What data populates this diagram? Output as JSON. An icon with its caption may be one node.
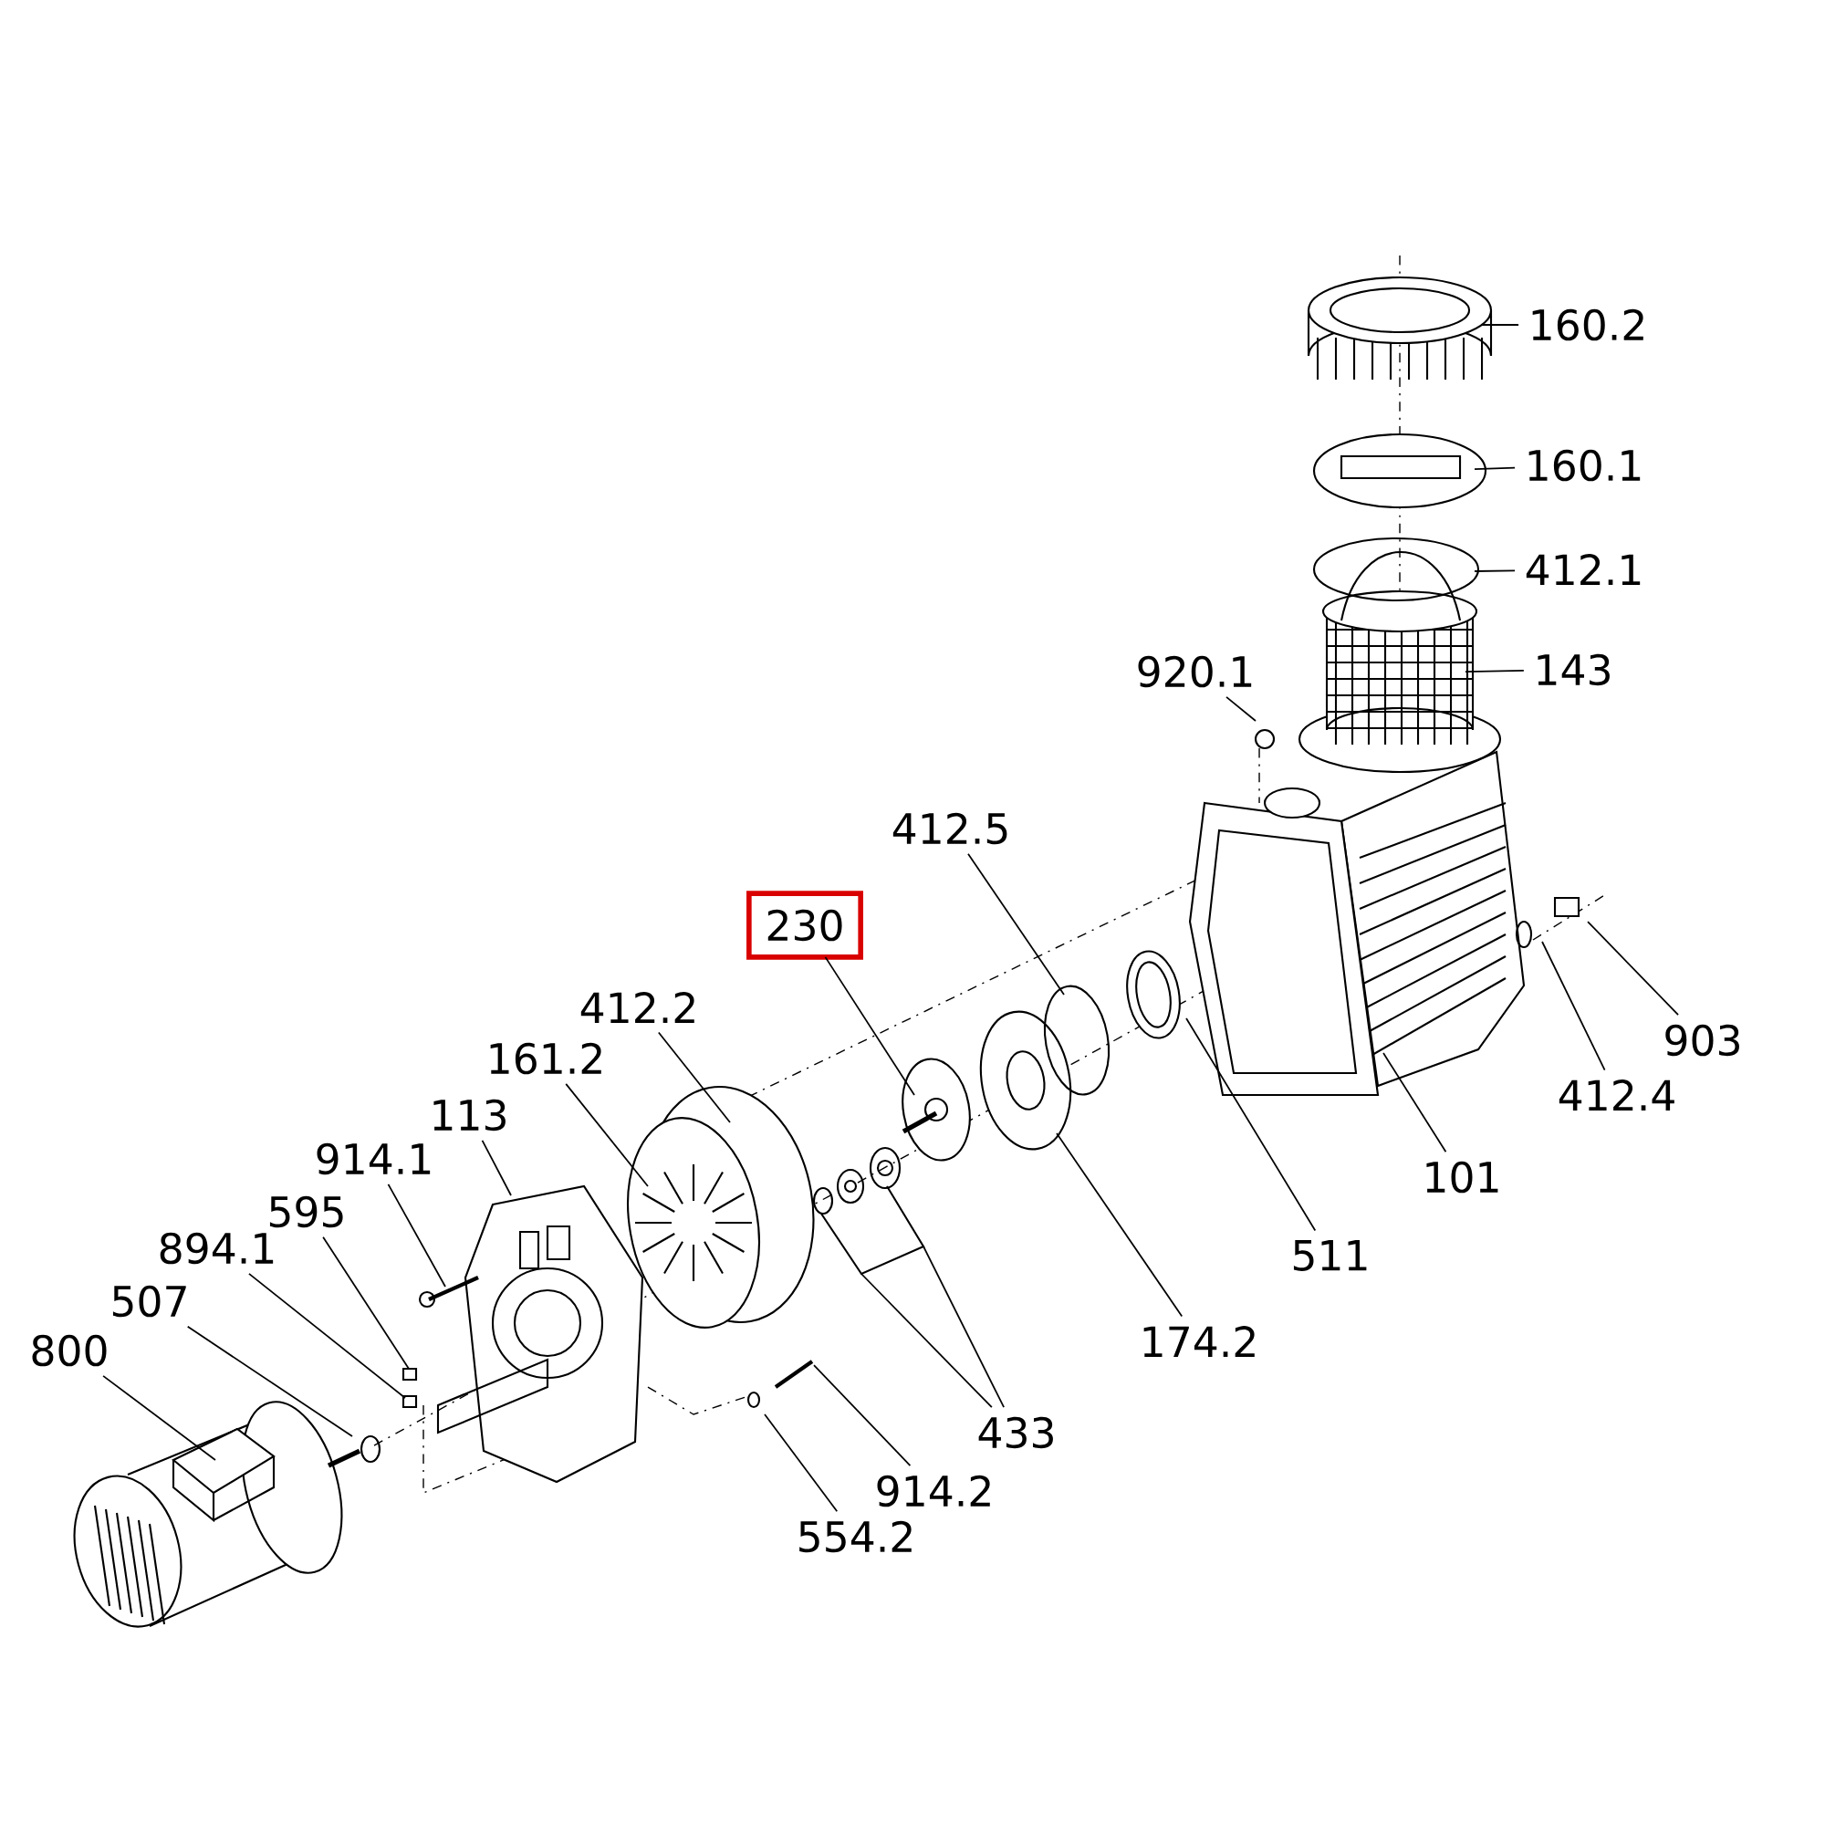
{
  "diagram": {
    "nodes": [
      {
        "text": [
          "160.2"
        ]
      },
      {
        "text": [
          "160.1"
        ]
      },
      {
        "text": [
          "412.1"
        ]
      },
      {
        "text": [
          "143"
        ]
      },
      {
        "text": [
          "920.1"
        ]
      },
      {
        "text": [
          "412.5"
        ]
      },
      {
        "text": [
          "230"
        ]
      },
      {
        "text": [
          "412.2"
        ]
      },
      {
        "text": [
          "161.2"
        ]
      },
      {
        "text": [
          "113"
        ]
      },
      {
        "text": [
          "914.1"
        ]
      },
      {
        "text": [
          "595"
        ]
      },
      {
        "text": [
          "894.1"
        ]
      },
      {
        "text": [
          "507"
        ]
      },
      {
        "text": [
          "800"
        ]
      },
      {
        "text": [
          "903"
        ]
      },
      {
        "text": [
          "412.4"
        ]
      },
      {
        "text": [
          "101"
        ]
      },
      {
        "text": [
          "511"
        ]
      },
      {
        "text": [
          "174.2"
        ]
      },
      {
        "text": [
          "433"
        ]
      },
      {
        "text": [
          "914.2"
        ]
      },
      {
        "text": [
          "554.2"
        ]
      }
    ],
    "edges": [
      {
        "from": 0,
        "to": null,
        "arrow": "none"
      },
      {
        "from": 1,
        "to": null,
        "arrow": "none"
      },
      {
        "from": 2,
        "to": null,
        "arrow": "none"
      },
      {
        "from": 3,
        "to": null,
        "arrow": "none"
      },
      {
        "from": 4,
        "to": null,
        "arrow": "none"
      },
      {
        "from": 5,
        "to": null,
        "arrow": "none"
      },
      {
        "from": 6,
        "to": null,
        "arrow": "none"
      },
      {
        "from": 7,
        "to": null,
        "arrow": "none"
      },
      {
        "from": 8,
        "to": null,
        "arrow": "none"
      },
      {
        "from": 9,
        "to": null,
        "arrow": "none"
      },
      {
        "from": 10,
        "to": null,
        "arrow": "none"
      },
      {
        "from": 11,
        "to": null,
        "arrow": "none"
      },
      {
        "from": 12,
        "to": null,
        "arrow": "none"
      },
      {
        "from": 13,
        "to": null,
        "arrow": "none"
      },
      {
        "from": 14,
        "to": null,
        "arrow": "none"
      },
      {
        "from": 15,
        "to": null,
        "arrow": "none"
      },
      {
        "from": 16,
        "to": null,
        "arrow": "none"
      },
      {
        "from": 17,
        "to": null,
        "arrow": "none"
      },
      {
        "from": 18,
        "to": null,
        "arrow": "none"
      },
      {
        "from": 19,
        "to": null,
        "arrow": "none"
      },
      {
        "from": 20,
        "to": null,
        "arrow": "none"
      },
      {
        "from": 20,
        "to": null,
        "arrow": "none"
      },
      {
        "from": 21,
        "to": null,
        "arrow": "none"
      },
      {
        "from": 22,
        "to": null,
        "arrow": "none"
      }
    ]
  }
}
